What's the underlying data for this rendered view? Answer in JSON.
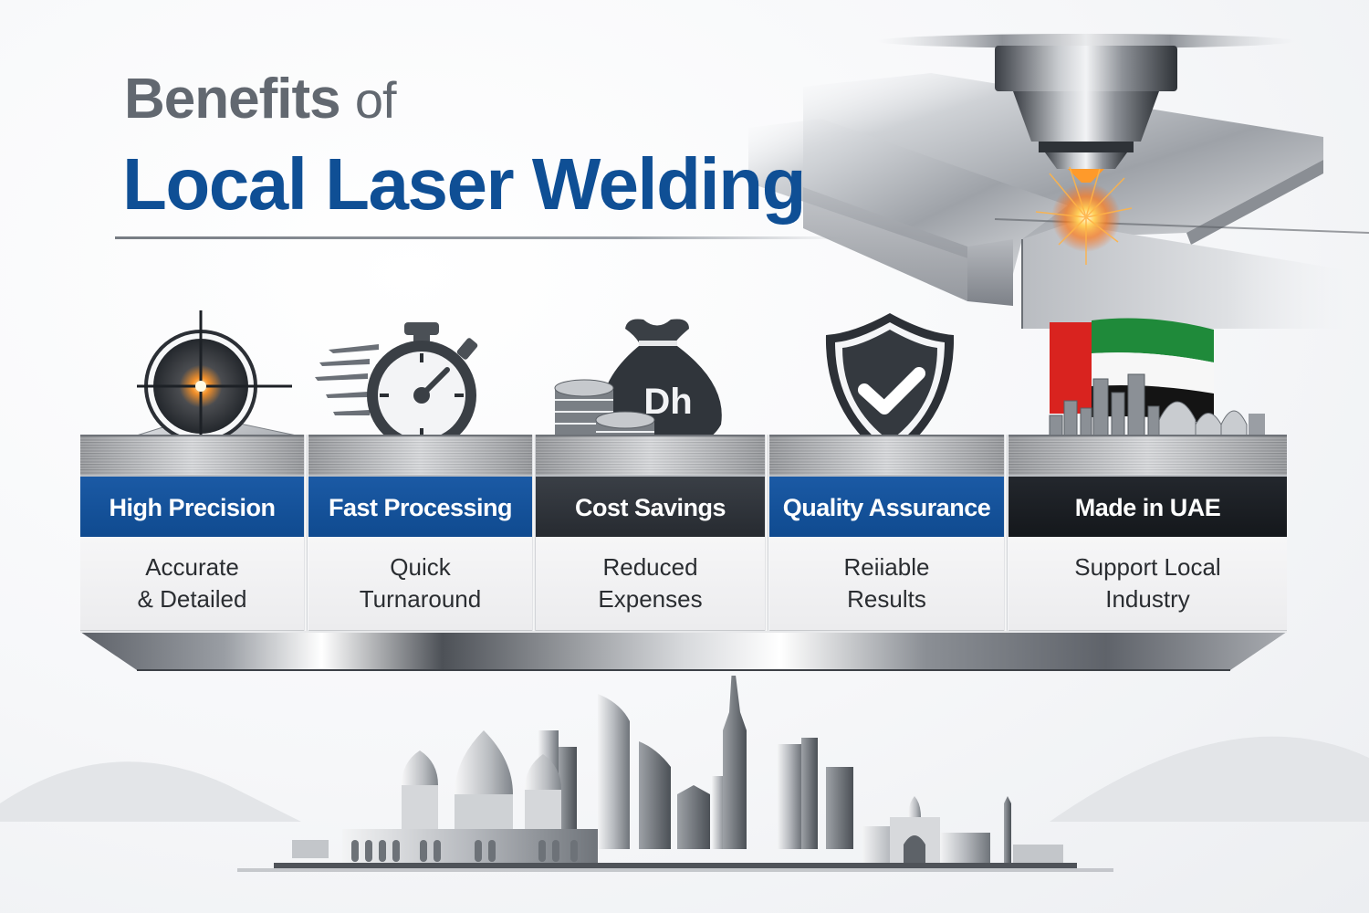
{
  "header": {
    "title_line1_main": "Benefits",
    "title_line1_suffix": "of",
    "title_line2": "Local Laser Welding"
  },
  "colors": {
    "brand_blue": "#0f4f95",
    "title_gray": "#626870",
    "dark_header": "#2b3036",
    "black_header": "#1a1d21",
    "spark_orange": "#ff8a1e",
    "flag_red": "#e0231f",
    "flag_green": "#1f8a3a",
    "flag_black": "#111111"
  },
  "hero": {
    "icon": "laser-welding-nozzle-icon"
  },
  "benefits": [
    {
      "icon": "crosshair-target-icon",
      "title": "High Precision",
      "line1": "Accurate",
      "line2": "& Detailed",
      "style": "blue"
    },
    {
      "icon": "stopwatch-icon",
      "title": "Fast Processing",
      "line1": "Quick",
      "line2": "Turnaround",
      "style": "blue"
    },
    {
      "icon": "money-bag-coins-icon",
      "icon_text": "Dh",
      "title": "Cost Savings",
      "line1": "Reduced",
      "line2": "Expenses",
      "style": "dark"
    },
    {
      "icon": "shield-check-icon",
      "title": "Quality Assurance",
      "line1": "Reiiable",
      "line2": "Results",
      "style": "blue"
    },
    {
      "icon": "uae-flag-skyline-icon",
      "title": "Made in UAE",
      "line1": "Support Local",
      "line2": "Industry",
      "style": "black"
    }
  ],
  "footer": {
    "illustration": "uae-city-skyline-icon"
  }
}
